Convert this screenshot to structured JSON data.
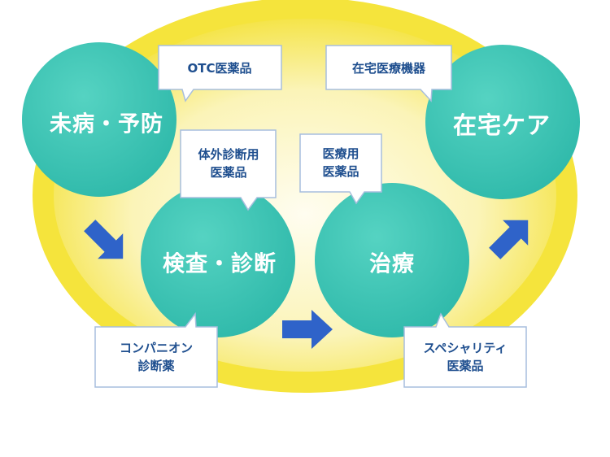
{
  "colors": {
    "circle": "#3cc6b6",
    "circle_light": "#5fd8c8",
    "ring": "#f7e63a",
    "ring_inner": "#fbf3b0",
    "arrow": "#2f63c9",
    "bubble_border": "#9fb7d8",
    "bubble_text": "#1f4f8f"
  },
  "stages": [
    {
      "label": "未病・予防"
    },
    {
      "label": "検査・診断"
    },
    {
      "label": "治療"
    },
    {
      "label": "在宅ケア"
    }
  ],
  "callouts": [
    {
      "lines": [
        "OTC医薬品"
      ]
    },
    {
      "lines": [
        "体外診断用",
        "医薬品"
      ]
    },
    {
      "lines": [
        "コンパニオン",
        "診断薬"
      ]
    },
    {
      "lines": [
        "医療用",
        "医薬品"
      ]
    },
    {
      "lines": [
        "スペシャリティ",
        "医薬品"
      ]
    },
    {
      "lines": [
        "在宅医療機器"
      ]
    }
  ],
  "arrows": [
    {
      "icon": "arrow-down-right-icon"
    },
    {
      "icon": "arrow-right-icon"
    },
    {
      "icon": "arrow-up-right-icon"
    }
  ]
}
